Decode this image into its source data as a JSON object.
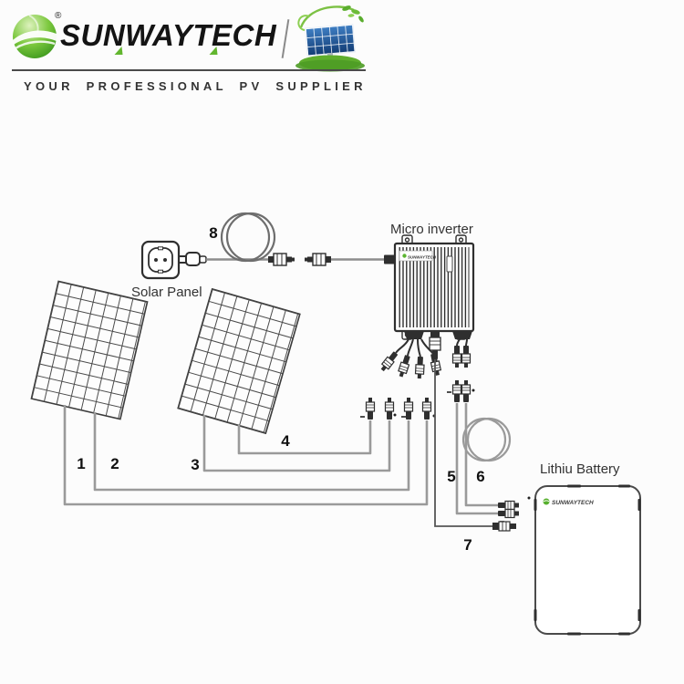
{
  "header": {
    "brand": "SUNWAYTECH",
    "registered": "®",
    "tagline": "YOUR PROFESSIONAL PV SUPPLIER"
  },
  "diagram": {
    "solar_panel_label": "Solar Panel",
    "micro_inverter_label": "Micro inverter",
    "battery_label": "Lithiu Battery",
    "inverter_device_label": "SUNWAYTECH",
    "battery_device_label": "SUNWAYTECH",
    "callouts": [
      "1",
      "2",
      "3",
      "4",
      "5",
      "6",
      "7",
      "8"
    ]
  },
  "colors": {
    "brand_green": "#5cb531",
    "accent_green": "#62b62f",
    "line_dark": "#2f2f2f",
    "wire_gray": "#9a9a9a",
    "panel_blue": "#2e6cb5"
  }
}
